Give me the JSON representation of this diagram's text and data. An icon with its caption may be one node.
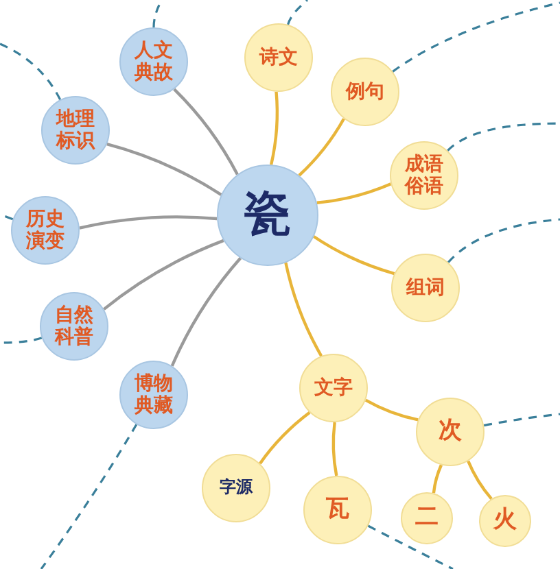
{
  "diagram": {
    "nodes": [
      {
        "text": [
          "瓷"
        ]
      },
      {
        "text": [
          "人文典故"
        ]
      },
      {
        "text": [
          "地理标识"
        ]
      },
      {
        "text": [
          "历史演变"
        ]
      },
      {
        "text": [
          "自然科普"
        ]
      },
      {
        "text": [
          "博物典藏"
        ]
      },
      {
        "text": [
          "诗文"
        ]
      },
      {
        "text": [
          "例句"
        ]
      },
      {
        "text": [
          "成语俗语"
        ]
      },
      {
        "text": [
          "组词"
        ]
      },
      {
        "text": [
          "文字"
        ]
      },
      {
        "text": [
          "次"
        ]
      },
      {
        "text": [
          "字源"
        ]
      },
      {
        "text": [
          "瓦"
        ]
      },
      {
        "text": [
          "二"
        ]
      },
      {
        "text": [
          "火"
        ]
      }
    ],
    "edges": [
      {
        "from": 0,
        "to": 1,
        "arrow": "none",
        "color": "#9a9a9a"
      },
      {
        "from": 0,
        "to": 2,
        "arrow": "none",
        "color": "#9a9a9a"
      },
      {
        "from": 0,
        "to": 3,
        "arrow": "none",
        "color": "#9a9a9a"
      },
      {
        "from": 0,
        "to": 4,
        "arrow": "none",
        "color": "#9a9a9a"
      },
      {
        "from": 0,
        "to": 5,
        "arrow": "none",
        "color": "#9a9a9a"
      },
      {
        "from": 0,
        "to": 6,
        "arrow": "none",
        "color": "#e8b53a"
      },
      {
        "from": 0,
        "to": 7,
        "arrow": "none",
        "color": "#e8b53a"
      },
      {
        "from": 0,
        "to": 8,
        "arrow": "none",
        "color": "#e8b53a"
      },
      {
        "from": 0,
        "to": 9,
        "arrow": "none",
        "color": "#e8b53a"
      },
      {
        "from": 0,
        "to": 10,
        "arrow": "none",
        "color": "#e8b53a"
      },
      {
        "from": 10,
        "to": 11,
        "arrow": "none",
        "color": "#e8b53a"
      },
      {
        "from": 10,
        "to": 12,
        "arrow": "none",
        "color": "#e8b53a"
      },
      {
        "from": 10,
        "to": 13,
        "arrow": "none",
        "color": "#e8b53a"
      },
      {
        "from": 11,
        "to": 14,
        "arrow": "none",
        "color": "#e8b53a"
      },
      {
        "from": 11,
        "to": 15,
        "arrow": "none",
        "color": "#e8b53a"
      },
      {
        "from": 1,
        "to": null,
        "arrow": "none",
        "style": "dashed",
        "color": "#3a7f9a"
      },
      {
        "from": 2,
        "to": null,
        "arrow": "none",
        "style": "dashed",
        "color": "#3a7f9a"
      },
      {
        "from": 3,
        "to": null,
        "arrow": "none",
        "style": "dashed",
        "color": "#3a7f9a"
      },
      {
        "from": 4,
        "to": null,
        "arrow": "none",
        "style": "dashed",
        "color": "#3a7f9a"
      },
      {
        "from": 5,
        "to": null,
        "arrow": "none",
        "style": "dashed",
        "color": "#3a7f9a"
      },
      {
        "from": 6,
        "to": null,
        "arrow": "none",
        "style": "dashed",
        "color": "#3a7f9a"
      },
      {
        "from": 7,
        "to": null,
        "arrow": "none",
        "style": "dashed",
        "color": "#3a7f9a"
      },
      {
        "from": 8,
        "to": null,
        "arrow": "none",
        "style": "dashed",
        "color": "#3a7f9a"
      },
      {
        "from": 9,
        "to": null,
        "arrow": "none",
        "style": "dashed",
        "color": "#3a7f9a"
      },
      {
        "from": 11,
        "to": null,
        "arrow": "none",
        "style": "dashed",
        "color": "#3a7f9a"
      },
      {
        "from": 13,
        "to": null,
        "arrow": "none",
        "style": "dashed",
        "color": "#3a7f9a"
      }
    ]
  }
}
